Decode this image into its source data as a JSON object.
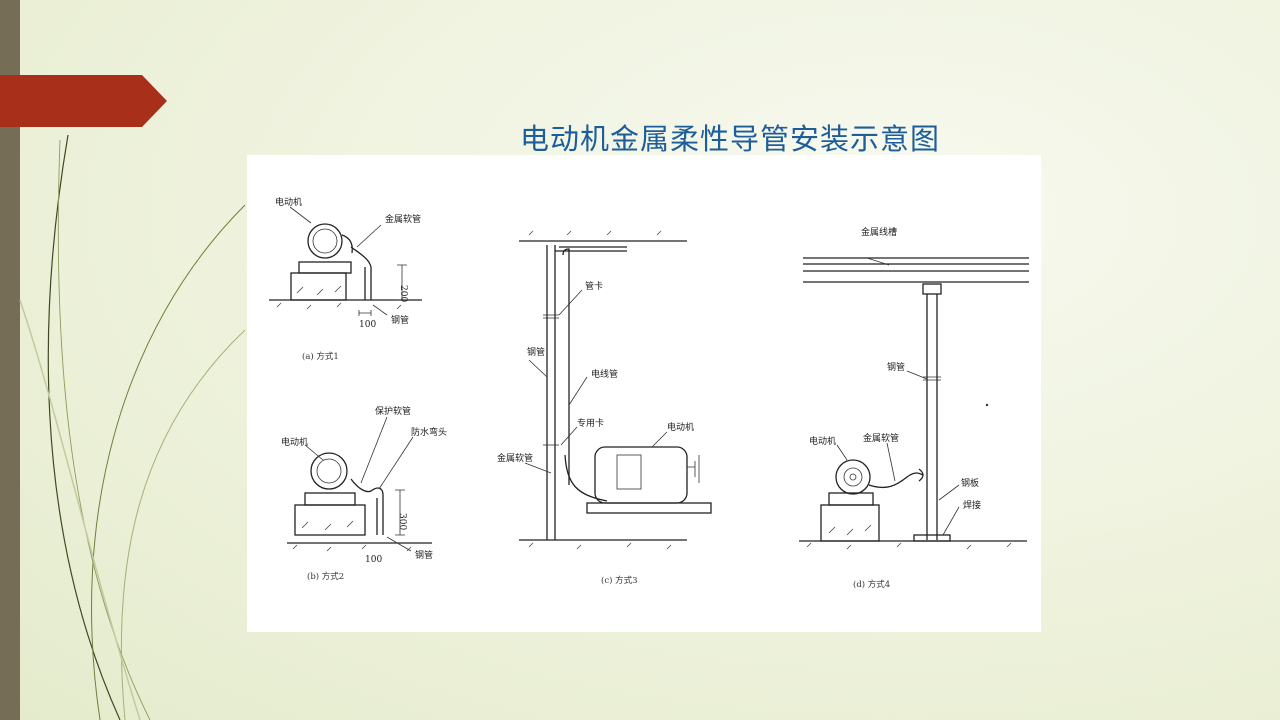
{
  "slide": {
    "title": "电动机金属柔性导管安装示意图"
  },
  "diagram": {
    "a": {
      "caption": "(a) 方式1",
      "motor_label": "电动机",
      "flex_label": "金属软管",
      "steel_label": "钢管",
      "dim_h": "200",
      "dim_w": "100"
    },
    "b": {
      "caption": "(b) 方式2",
      "motor_label": "电动机",
      "protect_label": "保护软管",
      "elbow_label": "防水弯头",
      "steel_label": "钢管",
      "dim_h": "300",
      "dim_w": "100"
    },
    "c": {
      "caption": "(c) 方式3",
      "clamp_label": "管卡",
      "steel_label": "钢管",
      "conduit_label": "电线管",
      "special_label": "专用卡",
      "motor_label": "电动机",
      "flex_label": "金属软管"
    },
    "d": {
      "caption": "(d) 方式4",
      "trunk_label": "金属线槽",
      "steel_label": "钢管",
      "motor_label": "电动机",
      "flex_label": "金属软管",
      "plate_label": "钢板",
      "weld_label": "焊接"
    }
  }
}
